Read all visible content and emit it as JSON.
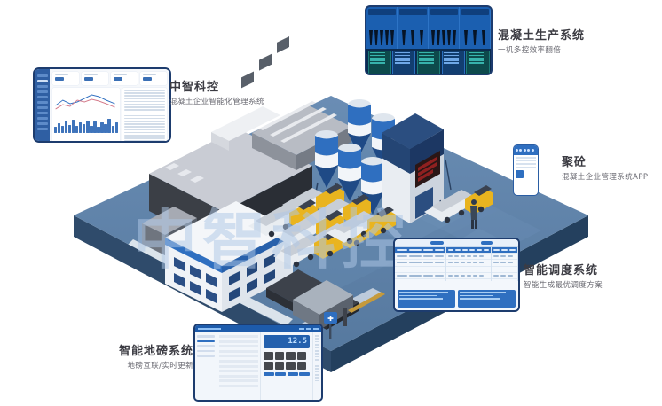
{
  "page": {
    "background_color": "#ffffff",
    "watermark_text": "中智科控",
    "ground_color": "#5b7fa8",
    "accent_color": "#2f6fc0",
    "dark_blue": "#1d3c6e"
  },
  "callouts": [
    {
      "id": "zhongzhi-brand",
      "title": "中智科控",
      "subtitle": "混凝土企业智能化管理系统",
      "device": "desktop-dashboard"
    },
    {
      "id": "production-system",
      "title": "混凝土生产系统",
      "subtitle": "一机多控效率翻倍",
      "device": "scada-screen"
    },
    {
      "id": "app",
      "title": "聚砼",
      "subtitle": "混凝土企业管理系统APP",
      "device": "mobile-phone"
    },
    {
      "id": "dispatch-system",
      "title": "智能调度系统",
      "subtitle": "智能生成最优调度方案",
      "device": "dispatch-table-screen"
    },
    {
      "id": "weighbridge-system",
      "title": "智能地磅系统",
      "subtitle": "地磅互联/实时更新",
      "device": "weighbridge-screen"
    }
  ],
  "weighbridge": {
    "weight_display": "12.5"
  },
  "batch_plant": {
    "led_display_color": "#8f2020"
  },
  "scene": {
    "truck_count": 8,
    "silo_count": 6,
    "buildings": [
      "factory-hall",
      "warehouse",
      "office-building",
      "batching-tower"
    ]
  }
}
